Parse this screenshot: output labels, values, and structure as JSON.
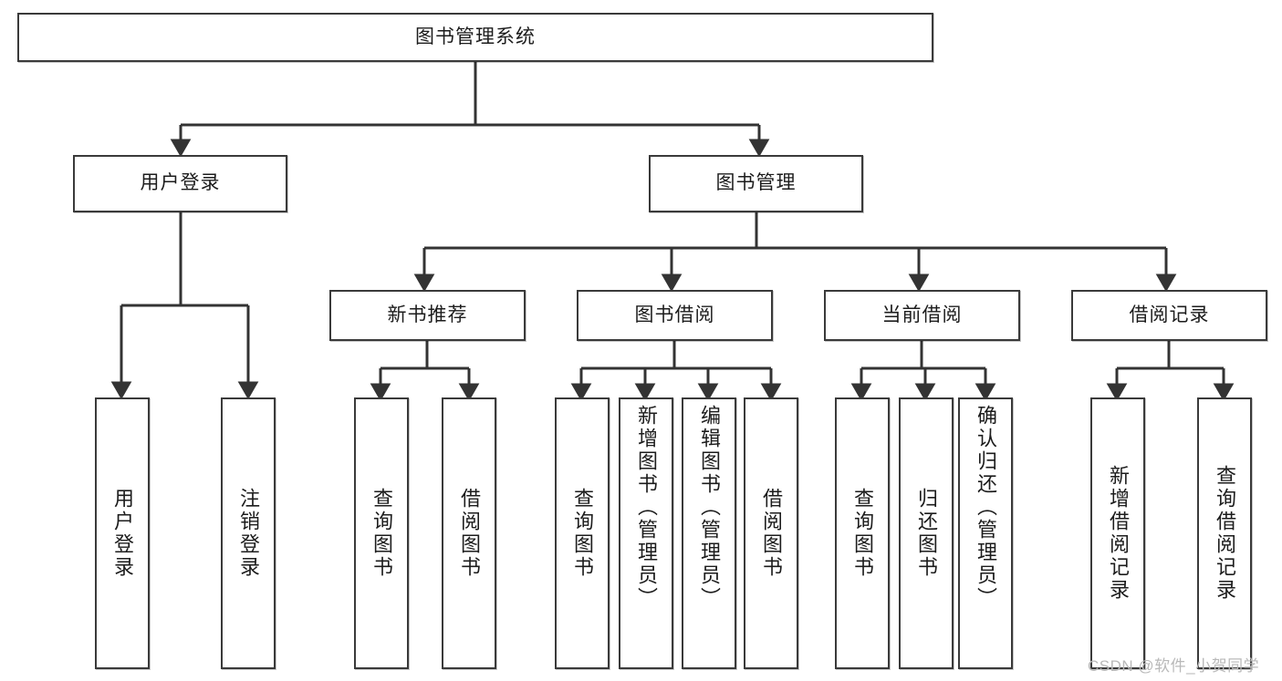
{
  "diagram": {
    "title": "图书管理系统",
    "type": "tree-hierarchy",
    "watermark": "CSDN @软件_小贺同学",
    "colors": {
      "box_border": "#3a3a3a",
      "box_fill": "#ffffff",
      "edge": "#333333",
      "text": "#1c1c1c",
      "watermark": "#b9b9b9"
    },
    "root": {
      "id": "root",
      "label": "图书管理系统",
      "orientation": "horizontal"
    },
    "level2": [
      {
        "id": "user-login",
        "label": "用户登录",
        "orientation": "horizontal"
      },
      {
        "id": "book-manage",
        "label": "图书管理",
        "orientation": "horizontal"
      }
    ],
    "level3": [
      {
        "id": "new-book-rec",
        "label": "新书推荐",
        "orientation": "horizontal",
        "parent": "book-manage"
      },
      {
        "id": "book-borrow",
        "label": "图书借阅",
        "orientation": "horizontal",
        "parent": "book-manage"
      },
      {
        "id": "current-borrow",
        "label": "当前借阅",
        "orientation": "horizontal",
        "parent": "book-manage"
      },
      {
        "id": "borrow-record",
        "label": "借阅记录",
        "orientation": "horizontal",
        "parent": "book-manage"
      }
    ],
    "leaves": [
      {
        "id": "leaf-user-login",
        "label": "用户登录",
        "parent": "user-login",
        "align": "mid"
      },
      {
        "id": "leaf-user-logout",
        "label": "注销登录",
        "parent": "user-login",
        "align": "mid"
      },
      {
        "id": "leaf-query-book-1",
        "label": "查询图书",
        "parent": "new-book-rec",
        "align": "mid"
      },
      {
        "id": "leaf-borrow-book-1",
        "label": "借阅图书",
        "parent": "new-book-rec",
        "align": "mid"
      },
      {
        "id": "leaf-query-book-2",
        "label": "查询图书",
        "parent": "book-borrow",
        "align": "mid"
      },
      {
        "id": "leaf-add-book-admin",
        "label": "新增图书（管理员）",
        "parent": "book-borrow",
        "align": "top"
      },
      {
        "id": "leaf-edit-book-admin",
        "label": "编辑图书（管理员）",
        "parent": "book-borrow",
        "align": "top"
      },
      {
        "id": "leaf-borrow-book-2",
        "label": "借阅图书",
        "parent": "book-borrow",
        "align": "mid"
      },
      {
        "id": "leaf-query-book-3",
        "label": "查询图书",
        "parent": "current-borrow",
        "align": "mid"
      },
      {
        "id": "leaf-return-book",
        "label": "归还图书",
        "parent": "current-borrow",
        "align": "mid"
      },
      {
        "id": "leaf-confirm-return",
        "label": "确认归还（管理员）",
        "parent": "current-borrow",
        "align": "top"
      },
      {
        "id": "leaf-add-record",
        "label": "新增借阅记录",
        "parent": "borrow-record",
        "align": "mid"
      },
      {
        "id": "leaf-query-record",
        "label": "查询借阅记录",
        "parent": "borrow-record",
        "align": "mid"
      }
    ]
  }
}
